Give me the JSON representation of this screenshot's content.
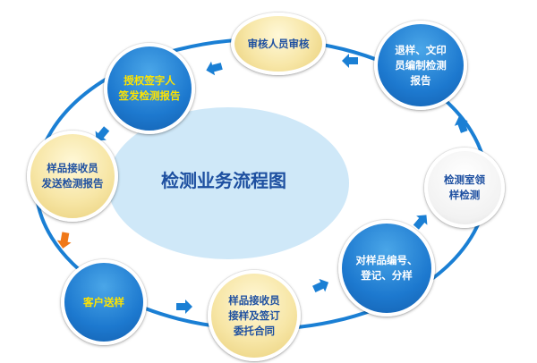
{
  "diagram": {
    "center_title": "检测业务流程图",
    "colors": {
      "ring": "#1a7fd4",
      "ellipse": "#cfe8f8",
      "arrow": "#1a7fd4",
      "arrow_accent": "#f07818",
      "node_cream": "#f7e6a6",
      "node_blue": "#1d79cf",
      "text_blue": "#1d4fa0",
      "text_yellow": "#ffe400"
    },
    "nodes": [
      {
        "id": "reviewer-review",
        "label": "审核人员审核",
        "style": "cream"
      },
      {
        "id": "return-print",
        "label": "退样、文印\n员编制检测\n报告",
        "style": "blue"
      },
      {
        "id": "lab-receive",
        "label": "检测室领\n样检测",
        "style": "white"
      },
      {
        "id": "sample-register",
        "label": "对样品编号、\n登记、分样",
        "style": "blue"
      },
      {
        "id": "sign-contract",
        "label": "样品接收员\n接样及签订\n委托合同",
        "style": "cream"
      },
      {
        "id": "client-delivery",
        "label": "客户送样",
        "style": "blue-yellow"
      },
      {
        "id": "send-report",
        "label": "样品接收员\n发送检测报告",
        "style": "cream"
      },
      {
        "id": "signatory-issue",
        "label": "授权签字人\n签发检测报告",
        "style": "blue-yellow"
      }
    ],
    "arrows": [
      {
        "from": "client-delivery",
        "to": "sign-contract",
        "icon": "arrow-right-icon",
        "color": "blue"
      },
      {
        "from": "sign-contract",
        "to": "sample-register",
        "icon": "arrow-up-right-icon",
        "color": "blue"
      },
      {
        "from": "sample-register",
        "to": "lab-receive",
        "icon": "arrow-up-right-icon",
        "color": "blue"
      },
      {
        "from": "lab-receive",
        "to": "return-print",
        "icon": "arrow-up-left-icon",
        "color": "blue"
      },
      {
        "from": "return-print",
        "to": "reviewer-review",
        "icon": "arrow-left-icon",
        "color": "blue"
      },
      {
        "from": "reviewer-review",
        "to": "signatory-issue",
        "icon": "arrow-left-icon",
        "color": "blue"
      },
      {
        "from": "signatory-issue",
        "to": "send-report",
        "icon": "arrow-down-left-icon",
        "color": "blue"
      },
      {
        "from": "send-report",
        "to": "client-delivery",
        "icon": "arrow-down-icon",
        "color": "orange"
      }
    ]
  }
}
